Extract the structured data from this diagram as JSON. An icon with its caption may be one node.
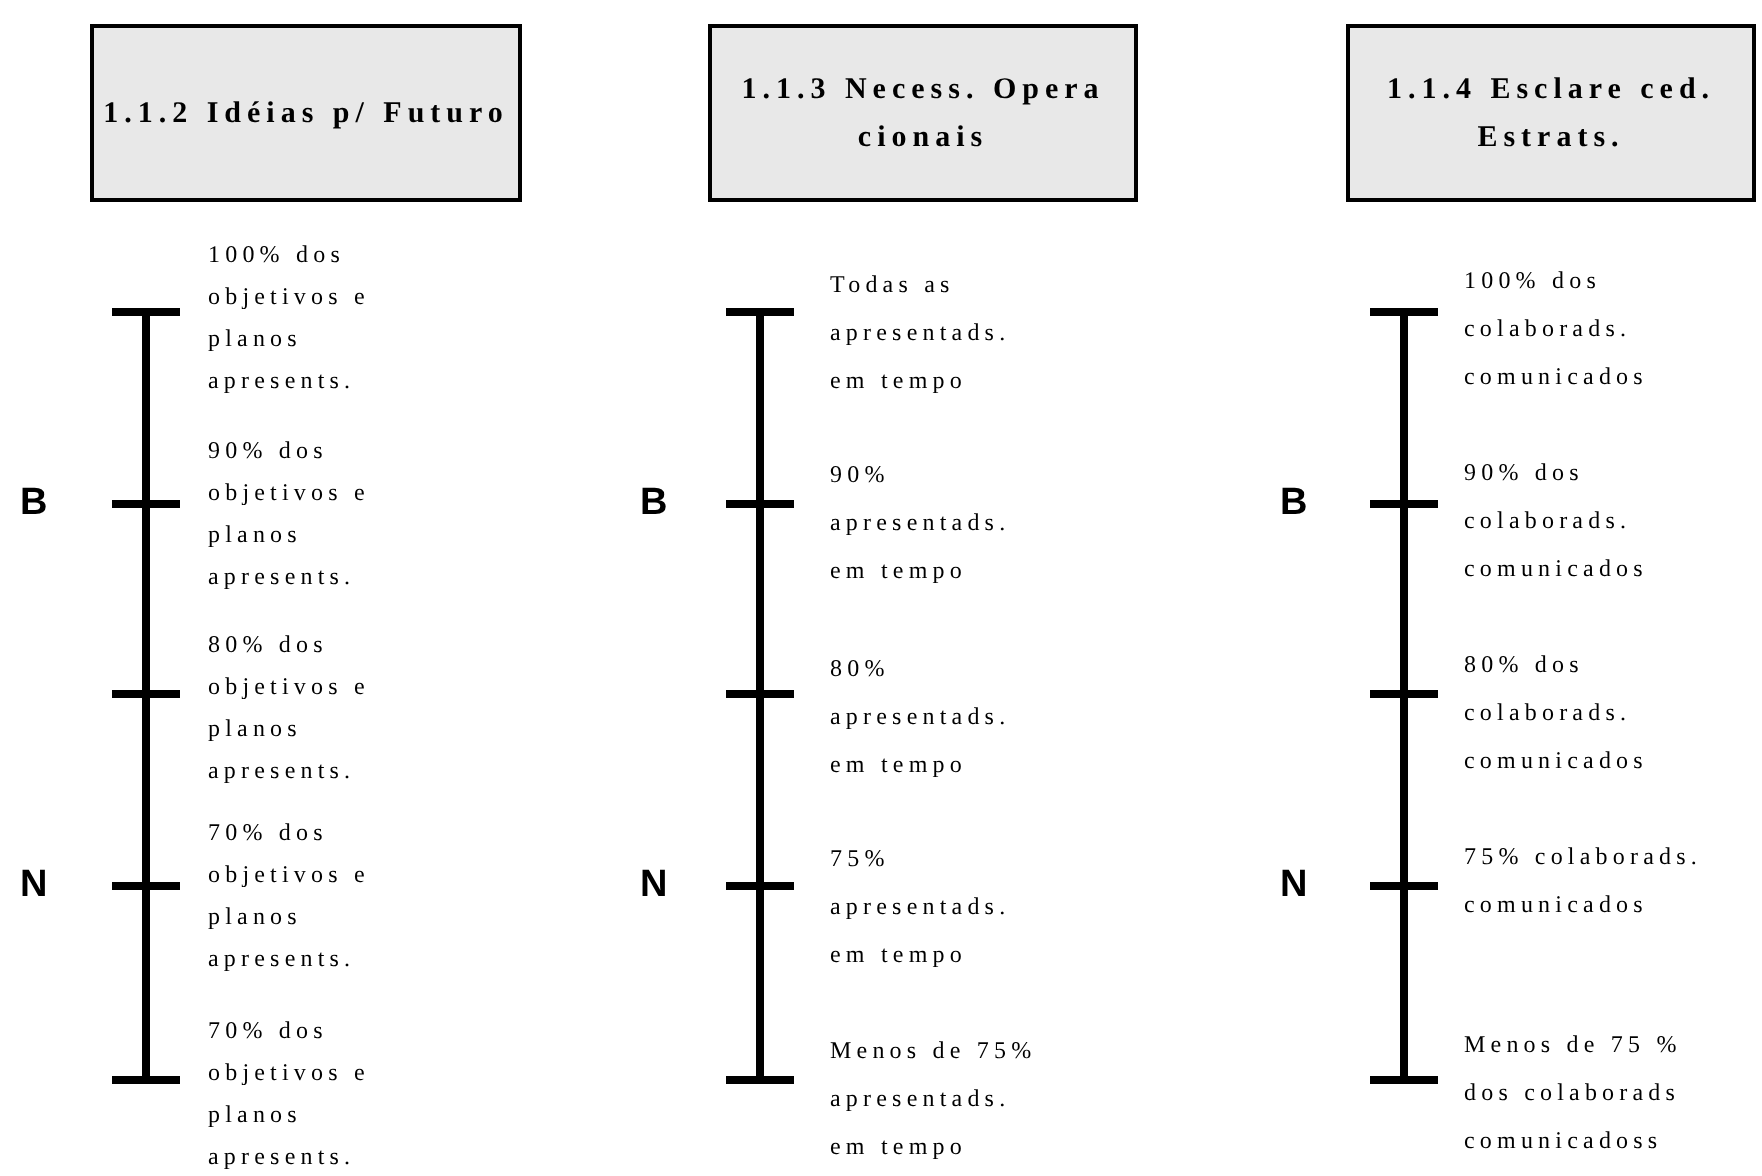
{
  "diagram": {
    "nodes": [
      {
        "text": [
          "1.1.2 Idéias p/ Futuro"
        ]
      },
      {
        "text": [
          "1.1.3 Necess. Opera cionais"
        ]
      },
      {
        "text": [
          "1.1.4 Esclare ced. Estrats."
        ]
      }
    ],
    "labels": [
      "100% dos objetivos e planos apresents.",
      "B",
      "90% dos objetivos e planos apresents.",
      "80% dos objetivos e planos apresents.",
      "N",
      "70% dos objetivos e planos apresents.",
      "70% dos objetivos e planos apresents.",
      "Todas as apresentads. em tempo",
      "B",
      "90% apresentads. em tempo",
      "80% apresentads. em tempo",
      "N",
      "75% apresentads. em tempo",
      "Menos de 75% apresentads. em tempo",
      "100% dos colaborads. comunicados",
      "B",
      "90% dos colaborads. comunicados",
      "80% dos colaborads. comunicados",
      "N",
      "75% colaborads. comunicados",
      "Menos de 75 % dos colaborads comunicadoss"
    ]
  }
}
